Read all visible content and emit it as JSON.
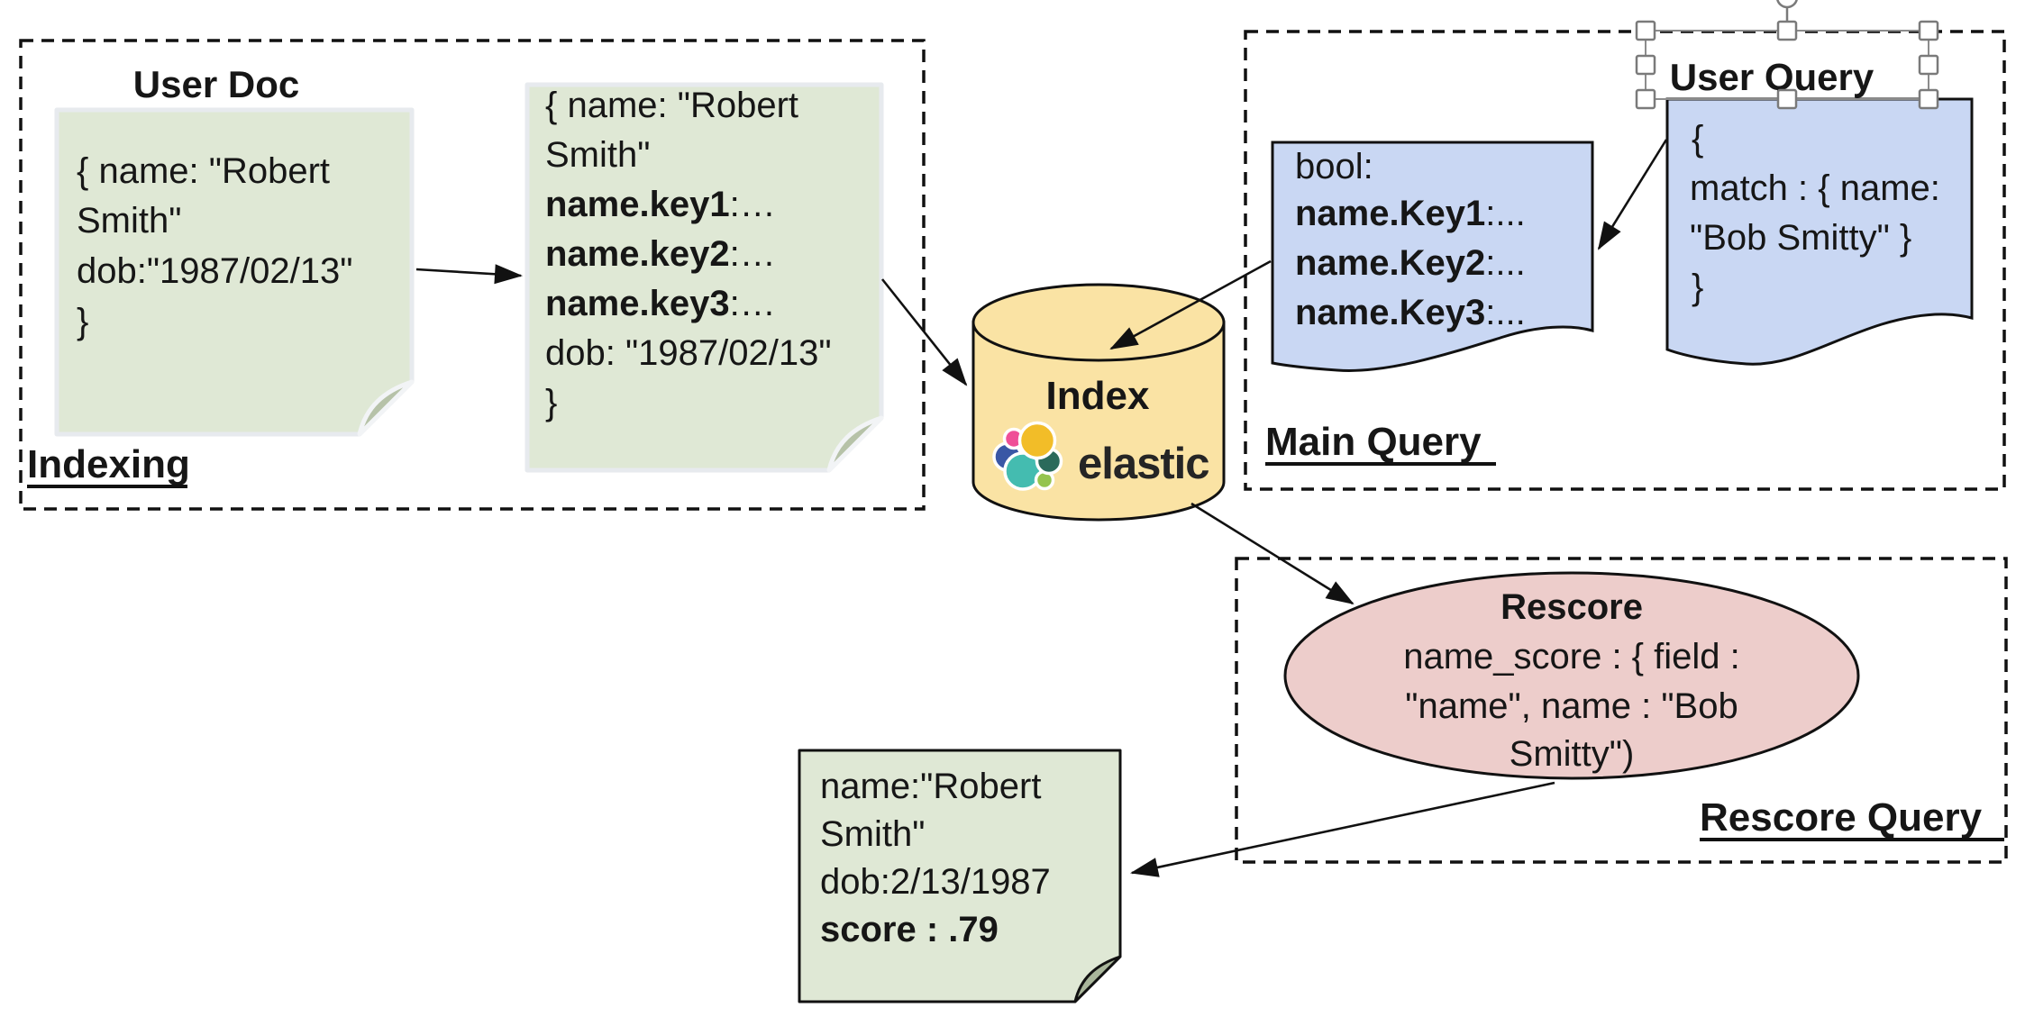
{
  "sections": {
    "indexing": {
      "label": "Indexing"
    },
    "main_query": {
      "label": "Main Query"
    },
    "rescore_query": {
      "label": "Rescore Query"
    }
  },
  "titles": {
    "user_doc": "User Doc",
    "user_query": "User Query"
  },
  "index_cylinder": {
    "label": "Index",
    "brand": "elastic"
  },
  "user_doc_note": {
    "lines": [
      "{ name: \"Robert",
      "Smith\"",
      "dob:\"1987/02/13\"",
      "}"
    ]
  },
  "indexed_note": {
    "line1": "{ name: \"Robert",
    "line2": "Smith\"",
    "keys": [
      {
        "bold": "name.key1",
        "rest": ":…"
      },
      {
        "bold": "name.key2",
        "rest": ":…"
      },
      {
        "bold": "name.key3",
        "rest": ":…"
      }
    ],
    "line6": "dob: \"1987/02/13\"",
    "line7": "}"
  },
  "bool_doc": {
    "line1": "bool:",
    "keys": [
      {
        "bold": "name.Key1",
        "rest": ":..."
      },
      {
        "bold": "name.Key2",
        "rest": ":..."
      },
      {
        "bold": "name.Key3",
        "rest": ":..."
      }
    ]
  },
  "user_query_doc": {
    "lines": [
      "{",
      "match : { name:",
      "\"Bob Smitty\" }",
      " }"
    ]
  },
  "rescore_ellipse": {
    "title": "Rescore",
    "lines": [
      "name_score : { field :",
      "\"name\", name : \"Bob",
      "Smitty\")"
    ]
  },
  "result_note": {
    "lines": [
      "name:\"Robert",
      "Smith\"",
      "dob:2/13/1987"
    ],
    "score_line": "score : .79"
  },
  "colors": {
    "note_fill": "#dfe8d5",
    "note_border": "#e7eaee",
    "note_fold": "#b6c2a8",
    "result_note_border": "#111111",
    "result_note_fold": "#a9b69b",
    "doc_fill": "#c9d7f3",
    "ellipse_fill": "#edcdcb",
    "cylinder_fill": "#fae3a4",
    "outline": "#111111",
    "selection_handle_border": "#7a7a7a",
    "elastic_logo": {
      "pink": "#ef4f97",
      "yellow": "#f2bd28",
      "navy": "#3a57a5",
      "teal": "#44bcb0",
      "dark_green": "#2b6a5b",
      "light_green": "#95c44e",
      "wordmark": "#252525"
    }
  }
}
